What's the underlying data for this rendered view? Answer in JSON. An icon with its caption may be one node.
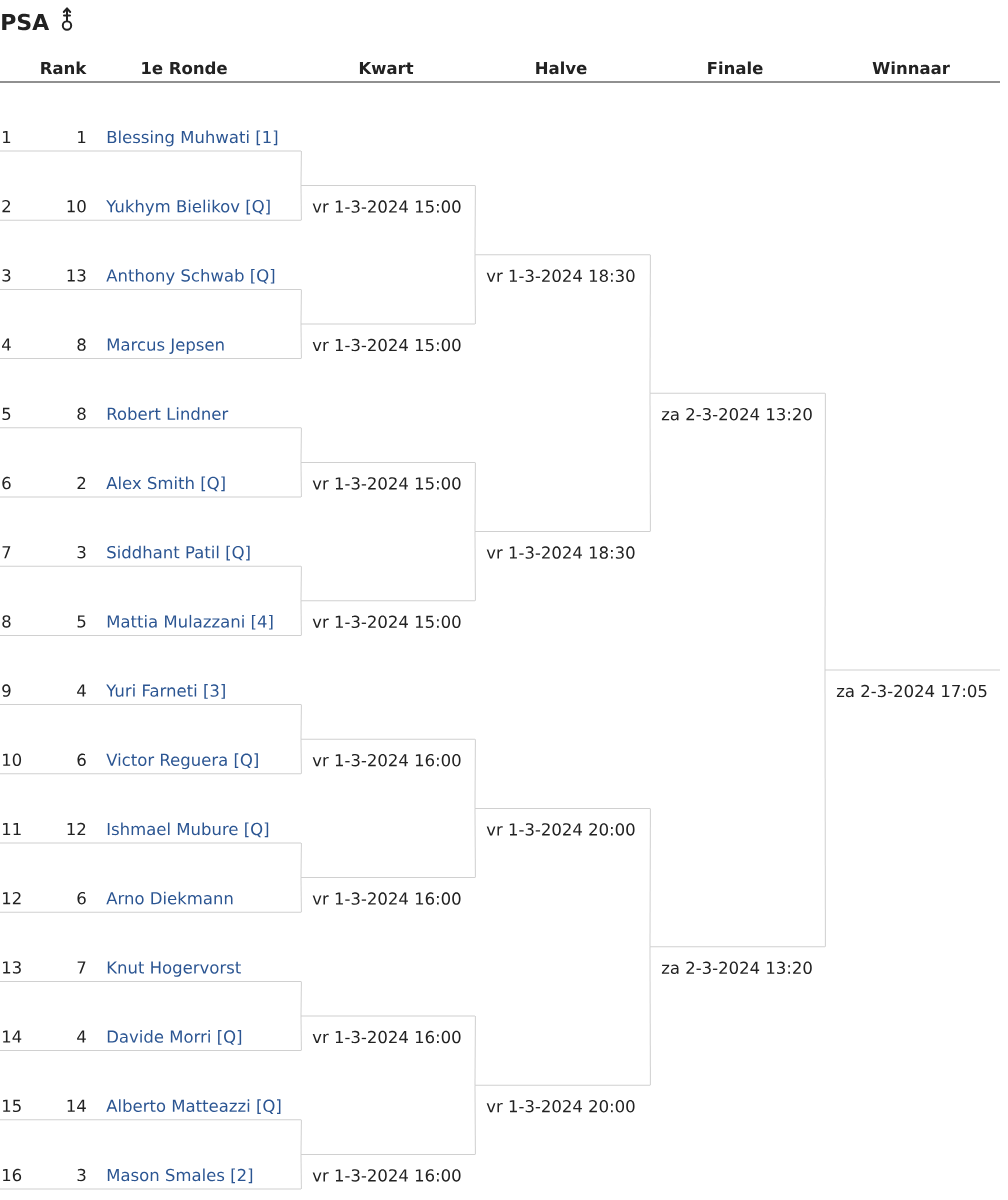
{
  "diagram": {
    "title": "PSA",
    "nodes": [
      {
        "text": [
          "1",
          "1",
          "Blessing Muhwati [1]"
        ]
      },
      {
        "text": [
          "2",
          "10",
          "Yukhym Bielikov [Q]"
        ]
      },
      {
        "text": [
          "3",
          "13",
          "Anthony Schwab [Q]"
        ]
      },
      {
        "text": [
          "4",
          "8",
          "Marcus Jepsen"
        ]
      },
      {
        "text": [
          "5",
          "8",
          "Robert Lindner"
        ]
      },
      {
        "text": [
          "6",
          "2",
          "Alex Smith [Q]"
        ]
      },
      {
        "text": [
          "7",
          "3",
          "Siddhant Patil [Q]"
        ]
      },
      {
        "text": [
          "8",
          "5",
          "Mattia Mulazzani [4]"
        ]
      },
      {
        "text": [
          "9",
          "4",
          "Yuri Farneti [3]"
        ]
      },
      {
        "text": [
          "10",
          "6",
          "Victor Reguera [Q]"
        ]
      },
      {
        "text": [
          "11",
          "12",
          "Ishmael Mubure [Q]"
        ]
      },
      {
        "text": [
          "12",
          "6",
          "Arno Diekmann"
        ]
      },
      {
        "text": [
          "13",
          "7",
          "Knut Hogervorst"
        ]
      },
      {
        "text": [
          "14",
          "4",
          "Davide Morri [Q]"
        ]
      },
      {
        "text": [
          "15",
          "14",
          "Alberto Matteazzi [Q]"
        ]
      },
      {
        "text": [
          "16",
          "3",
          "Mason Smales [2]"
        ]
      },
      {
        "text": [
          "vr 1-3-2024 15:00"
        ]
      },
      {
        "text": [
          "vr 1-3-2024 15:00"
        ]
      },
      {
        "text": [
          "vr 1-3-2024 15:00"
        ]
      },
      {
        "text": [
          "vr 1-3-2024 15:00"
        ]
      },
      {
        "text": [
          "vr 1-3-2024 16:00"
        ]
      },
      {
        "text": [
          "vr 1-3-2024 16:00"
        ]
      },
      {
        "text": [
          "vr 1-3-2024 16:00"
        ]
      },
      {
        "text": [
          "vr 1-3-2024 16:00"
        ]
      },
      {
        "text": [
          "vr 1-3-2024 18:30"
        ]
      },
      {
        "text": [
          "vr 1-3-2024 18:30"
        ]
      },
      {
        "text": [
          "vr 1-3-2024 20:00"
        ]
      },
      {
        "text": [
          "vr 1-3-2024 20:00"
        ]
      },
      {
        "text": [
          "za 2-3-2024 13:20"
        ]
      },
      {
        "text": [
          "za 2-3-2024 13:20"
        ]
      },
      {
        "text": [
          "za 2-3-2024 17:05"
        ]
      }
    ],
    "edges": [
      {
        "from": 0,
        "to": 16,
        "arrow": "none"
      },
      {
        "from": 1,
        "to": 16,
        "arrow": "none"
      },
      {
        "from": 2,
        "to": 17,
        "arrow": "none"
      },
      {
        "from": 3,
        "to": 17,
        "arrow": "none"
      },
      {
        "from": 4,
        "to": 18,
        "arrow": "none"
      },
      {
        "from": 5,
        "to": 18,
        "arrow": "none"
      },
      {
        "from": 6,
        "to": 19,
        "arrow": "none"
      },
      {
        "from": 7,
        "to": 19,
        "arrow": "none"
      },
      {
        "from": 8,
        "to": 20,
        "arrow": "none"
      },
      {
        "from": 9,
        "to": 20,
        "arrow": "none"
      },
      {
        "from": 10,
        "to": 21,
        "arrow": "none"
      },
      {
        "from": 11,
        "to": 21,
        "arrow": "none"
      },
      {
        "from": 12,
        "to": 22,
        "arrow": "none"
      },
      {
        "from": 13,
        "to": 22,
        "arrow": "none"
      },
      {
        "from": 14,
        "to": 23,
        "arrow": "none"
      },
      {
        "from": 15,
        "to": 23,
        "arrow": "none"
      },
      {
        "from": 16,
        "to": 24,
        "arrow": "none"
      },
      {
        "from": 17,
        "to": 24,
        "arrow": "none"
      },
      {
        "from": 18,
        "to": 25,
        "arrow": "none"
      },
      {
        "from": 19,
        "to": 25,
        "arrow": "none"
      },
      {
        "from": 20,
        "to": 26,
        "arrow": "none"
      },
      {
        "from": 21,
        "to": 26,
        "arrow": "none"
      },
      {
        "from": 22,
        "to": 27,
        "arrow": "none"
      },
      {
        "from": 23,
        "to": 27,
        "arrow": "none"
      },
      {
        "from": 24,
        "to": 28,
        "arrow": "none"
      },
      {
        "from": 25,
        "to": 28,
        "arrow": "none"
      },
      {
        "from": 26,
        "to": 29,
        "arrow": "none"
      },
      {
        "from": 27,
        "to": 29,
        "arrow": "none"
      },
      {
        "from": 28,
        "to": 30,
        "arrow": "none"
      },
      {
        "from": 29,
        "to": 30,
        "arrow": "none"
      }
    ],
    "labels": [
      "Rank",
      "1e Ronde",
      "Kwart",
      "Halve",
      "Finale",
      "Winnaar"
    ]
  }
}
